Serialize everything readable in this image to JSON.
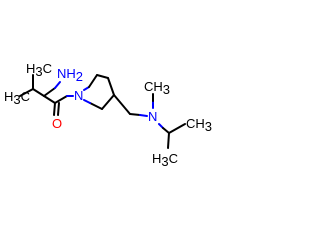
{
  "molecule": {
    "colors": {
      "bond": "#000000",
      "nitrogen": "#0000ff",
      "oxygen": "#ff0000"
    },
    "labels": {
      "amine_nh2": {
        "main": "NH",
        "sub": "2"
      },
      "ring_n": {
        "main": "N"
      },
      "oxygen": {
        "main": "O"
      },
      "amine_n": {
        "main": "N"
      },
      "ch3_top": {
        "main": "CH",
        "sub": "3"
      },
      "ch3_left": {
        "pre": "H",
        "sub": "3",
        "post": "C"
      },
      "ch3_right": {
        "main": "CH",
        "sub": "3"
      },
      "h3c_top_left": {
        "pre": "H",
        "sub": "3",
        "post": "C"
      },
      "h3c_left": {
        "pre": "H",
        "sub": "3",
        "post": "C"
      }
    }
  }
}
